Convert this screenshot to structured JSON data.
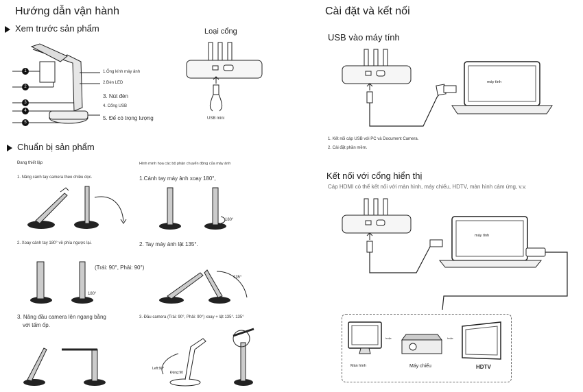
{
  "left": {
    "title": "Hướng dẫn vận hành",
    "preview": {
      "heading": "Xem trước sản phẩm",
      "callouts": [
        "1",
        "2",
        "3",
        "4",
        "5"
      ],
      "labels": [
        "1.Ống kính máy ảnh",
        "2.Đèn LED",
        "3. Nút đèn",
        "4. Cổng USB",
        "5. Đế có trọng lượng"
      ],
      "port_title": "Loại cổng",
      "port_label": "USB mini"
    },
    "prepare": {
      "heading": "Chuẩn bị sản phẩm",
      "setup_title": "Đang thiết lập",
      "illus_title": "Hình minh họa các bộ phận chuyển động của máy ảnh",
      "step1": "1. Nâng cánh tay camera theo chiều dọc.",
      "step2": "2. Xoay cánh tay 180° về phía ngược lại.",
      "step3a": "3. Nâng đầu camera lên ngang bằng",
      "step3b": "với tấm ốp.",
      "r1": "1.Cánh tay máy ảnh xoay 180°,",
      "r2": "2. Tay máy ảnh lật 135°.",
      "r3": "3. Đầu camera (Trái: 90°, Phải: 90°) xoay + lật 135°. 135°",
      "angle_180a": "180°",
      "angle_180b": "180°",
      "angle_lr": "(Trái: 90°, Phải: 90°)",
      "angle_135": "135°",
      "left90": "Left:90°",
      "dung90": "Đúng:90"
    }
  },
  "right": {
    "title": "Cài đặt và kết nối",
    "usb": {
      "heading": "USB vào máy tính",
      "laptop_label": "máy tính",
      "note1": "1. Kết nối cáp USB với PC và Document Camera.",
      "note2": "2. Cài đặt phần mềm."
    },
    "display": {
      "heading": "Kết nối với cổng hiển thị",
      "desc": "Cáp HDMI có thể kết nối với màn hình, máy chiếu, HDTV, màn hình cảm ứng, v.v.",
      "laptop_label": "máy tính",
      "dev1": "Màn hình",
      "dev2": "Máy chiếu",
      "dev3": "HDTV",
      "sep1": "hoặc",
      "sep2": "hoặc"
    }
  }
}
